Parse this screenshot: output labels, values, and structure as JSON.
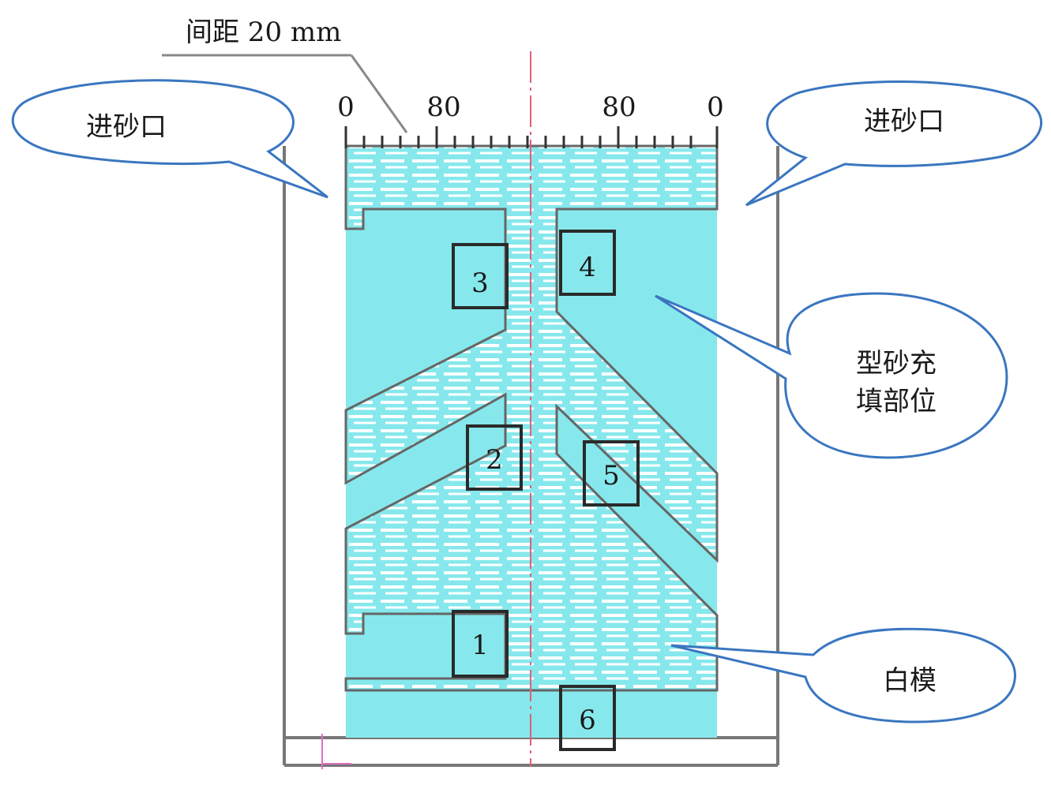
{
  "diagram": {
    "spacing_label": "间距 20 mm",
    "scale": {
      "left_zero": "0",
      "left_eighty": "80",
      "right_eighty": "80",
      "right_zero": "0"
    },
    "callouts": {
      "sand_inlet_left": "进砂口",
      "sand_inlet_right": "进砂口",
      "sand_fill_line1": "型砂充",
      "sand_fill_line2": "填部位",
      "white_model": "白模"
    },
    "sample_boxes": [
      "1",
      "2",
      "3",
      "4",
      "5",
      "6"
    ],
    "colors": {
      "sand_fill": "#86e8ec",
      "white_model": "#ffffff",
      "outline": "#666666",
      "callout_border": "#3a76c0",
      "center_line": "#e0607a",
      "box_border": "#2a2a2a"
    }
  }
}
